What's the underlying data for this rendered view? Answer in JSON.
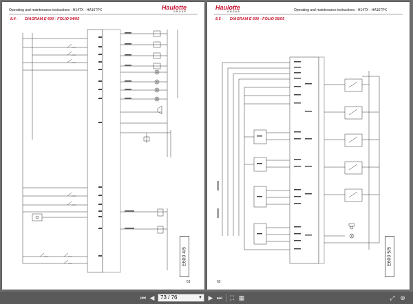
{
  "left_page": {
    "logo": "Haulotte",
    "logo_group": "GROUP",
    "header": "Operating and maintenance instructions - H14TX - HA16TPX",
    "section_num": "8.4 -",
    "section_title": "DIAGRAM E 600 - FOLIO 04/05",
    "page_number": "61",
    "vertical_label": "E600 4/5"
  },
  "right_page": {
    "logo": "Haulotte",
    "logo_group": "GROUP",
    "header": "Operating and maintenance instructions - H14TX - HA16TPX",
    "section_num": "8.5 -",
    "section_title": "DIAGRAM E 600 - FOLIO 05/05",
    "page_number": "62",
    "vertical_label": "E600 5/5"
  },
  "toolbar": {
    "first_icon": "first-page-icon",
    "prev_icon": "previous-page-icon",
    "page_indicator": "73 / 76",
    "next_icon": "next-page-icon",
    "last_icon": "last-page-icon",
    "fit_icon": "fit-page-icon",
    "grid_icon": "two-page-view-icon",
    "fullscreen_icon": "fullscreen-icon",
    "zoom_icon": "zoom-icon"
  },
  "colors": {
    "brand_red": "#c8102e",
    "viewer_bg": "#6f6f6f",
    "toolbar_bg": "#5a5a5a"
  }
}
